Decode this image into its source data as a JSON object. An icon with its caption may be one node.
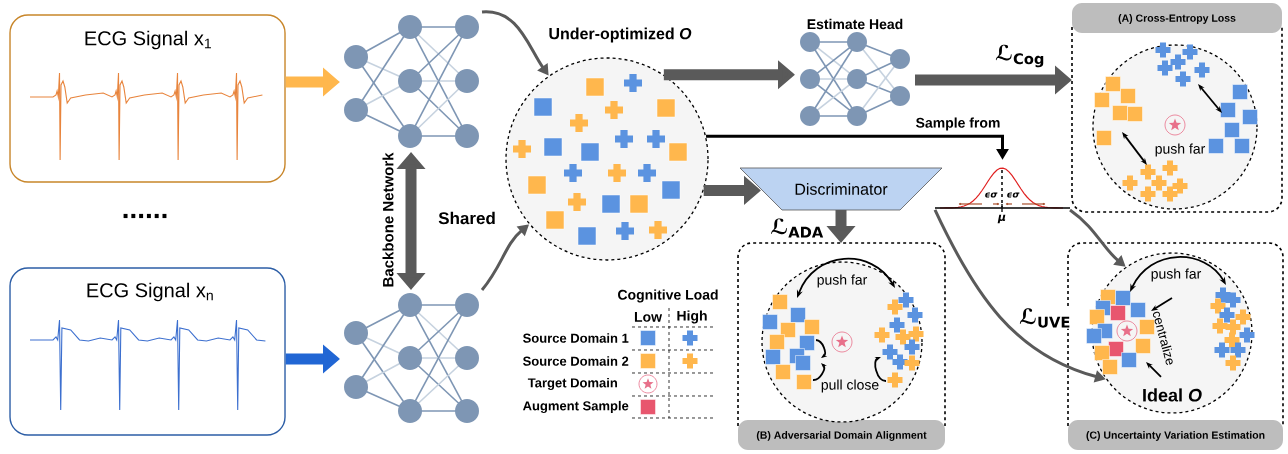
{
  "diagram": {
    "nodes": [
      {
        "text": [
          "ECG Signal x$_{1}$"
        ]
      },
      {
        "text": [
          "ECG Signal x$_{n}$"
        ]
      },
      {
        "text": [],
        "shape": "picture"
      },
      {
        "text": [],
        "shape": "picture"
      },
      {
        "text": [
          "Under-optimized *O*"
        ]
      },
      {
        "text": [
          "Estimate Head"
        ]
      },
      {
        "text": [
          "Discriminator"
        ]
      },
      {
        "text": [
          "ϵσ",
          "ϵσ",
          "μ"
        ]
      },
      {
        "text": [
          "(A) Cross-Entropy Loss"
        ]
      },
      {
        "text": [
          "push far"
        ],
        "in": 8
      },
      {
        "text": [
          "(B) Adversarial Domain Alignment"
        ]
      },
      {
        "text": [
          "push far",
          "pull close"
        ],
        "in": 10
      },
      {
        "text": [
          "(C) Uncertainty Variation Estimation"
        ]
      },
      {
        "text": [
          "push far",
          "centralize",
          "Ideal *O*"
        ],
        "in": 12
      }
    ],
    "edges": [
      {
        "from": 0,
        "to": 2,
        "arrow": "to",
        "color": "#ffb74d"
      },
      {
        "from": 1,
        "to": 3,
        "arrow": "to",
        "color": "#2166d4"
      },
      {
        "from": 2,
        "to": 3,
        "arrow": "both",
        "label": "Shared"
      },
      {
        "from": 2,
        "to": 4,
        "arrow": "to"
      },
      {
        "from": 3,
        "to": 4,
        "arrow": "to"
      },
      {
        "from": 4,
        "to": 5,
        "arrow": "to"
      },
      {
        "from": 5,
        "to": 8,
        "arrow": "to",
        "label": "ℒ$_{Cog}$"
      },
      {
        "from": 4,
        "to": 6,
        "arrow": "to"
      },
      {
        "from": 6,
        "to": 10,
        "arrow": "to",
        "label": "ℒ$_{ADA}$"
      },
      {
        "from": 4,
        "to": 7,
        "arrow": "to",
        "color": "#000000",
        "label": "Sample from"
      },
      {
        "from": 7,
        "to": 13,
        "arrow": "to"
      },
      {
        "from": 7,
        "to": 13,
        "arrow": "to",
        "label": "ℒ$_{UVE}$"
      }
    ],
    "labels": [
      "Backbone Network",
      "......",
      "Cognitive Load",
      "Low",
      "High",
      "Source Domain 1",
      "Source Domain 2",
      "Target Domain",
      "Augment Sample"
    ]
  }
}
